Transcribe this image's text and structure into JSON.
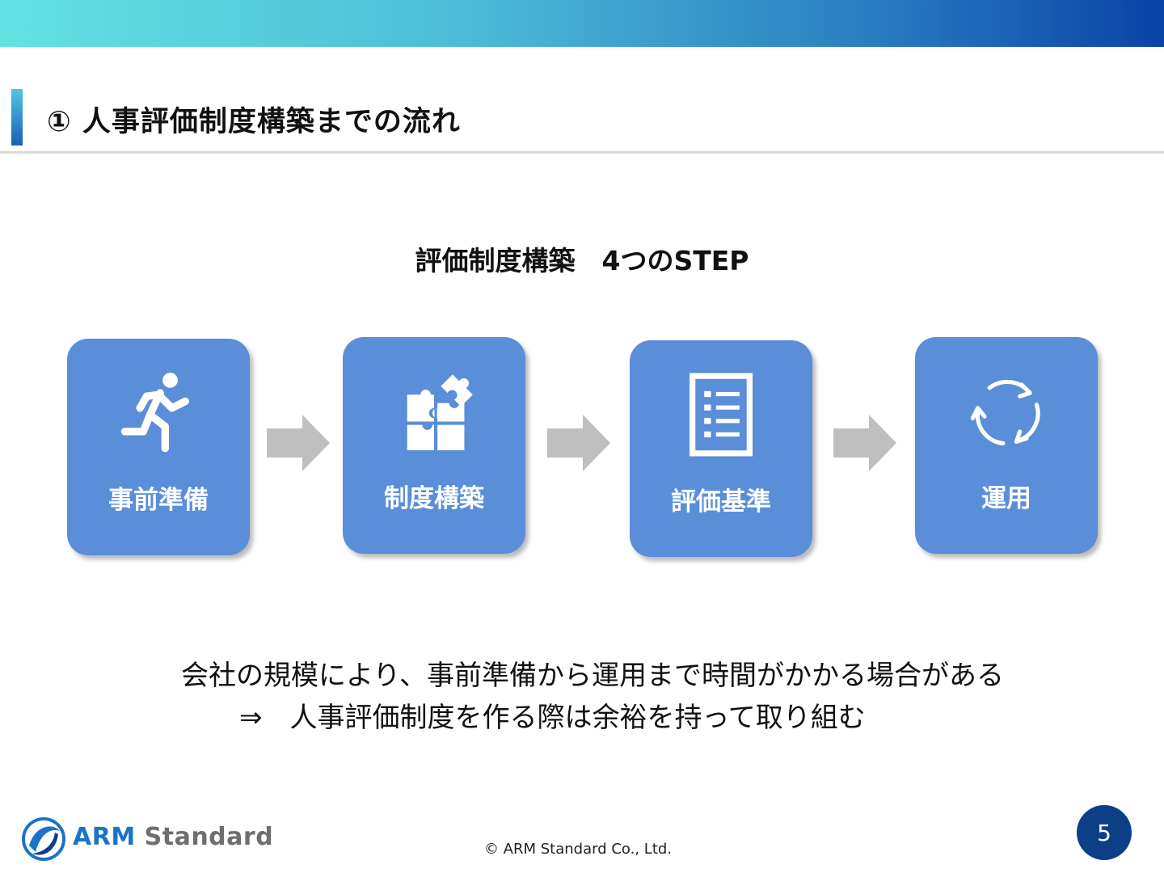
{
  "header": {
    "title": "① 人事評価制度構築までの流れ"
  },
  "section_heading": "評価制度構築　4つのSTEP",
  "steps": [
    {
      "label": "事前準備",
      "icon": "running-person-icon"
    },
    {
      "label": "制度構築",
      "icon": "puzzle-icon"
    },
    {
      "label": "評価基準",
      "icon": "checklist-icon"
    },
    {
      "label": "運用",
      "icon": "cycle-arrows-icon"
    }
  ],
  "notes": {
    "line1": "会社の規模により、事前準備から運用まで時間がかかる場合がある",
    "line2": "⇒　人事評価制度を作る際は余裕を持って取り組む"
  },
  "footer": {
    "logo_brand": "ARM",
    "logo_suffix": "Standard",
    "copyright": "© ARM Standard Co., Ltd.",
    "page_number": "5"
  },
  "colors": {
    "step_fill": "#5a8ed8",
    "arrow": "#bfbfbf",
    "badge": "#0d3f86",
    "logo_blue": "#1a73c8"
  }
}
